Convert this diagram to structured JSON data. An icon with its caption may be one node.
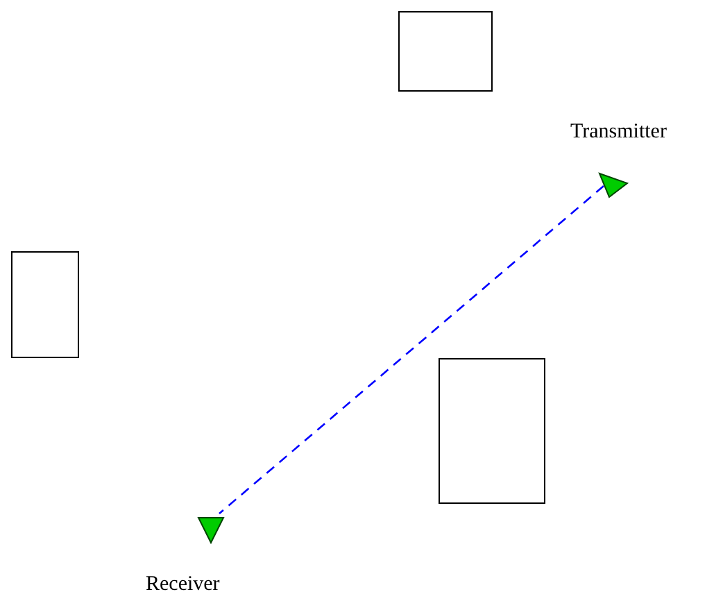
{
  "diagram": {
    "nodes": [
      {
        "text": [],
        "shape": "box"
      },
      {
        "text": [
          "Transmitter"
        ]
      },
      {
        "text": [],
        "shape": "box"
      },
      {
        "text": [],
        "shape": "box"
      },
      {
        "text": [
          "Receiver"
        ]
      }
    ],
    "edges": [
      {
        "from": 1,
        "to": 4,
        "arrow": "none",
        "style": "dashed",
        "color": "#0000ff"
      }
    ]
  }
}
